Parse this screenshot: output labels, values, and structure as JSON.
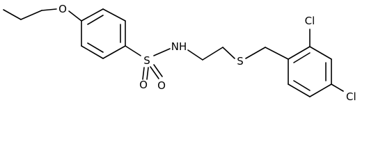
{
  "molecule": {
    "atoms": {
      "O_ether": "O",
      "S_sulfonyl": "S",
      "O_sulfonyl_1": "O",
      "O_sulfonyl_2": "O",
      "NH": "NH",
      "S_thioether": "S",
      "Cl_1": "Cl",
      "Cl_2": "Cl"
    }
  },
  "colors": {
    "bond": "#000000",
    "label": "#000000",
    "background": "#ffffff"
  }
}
